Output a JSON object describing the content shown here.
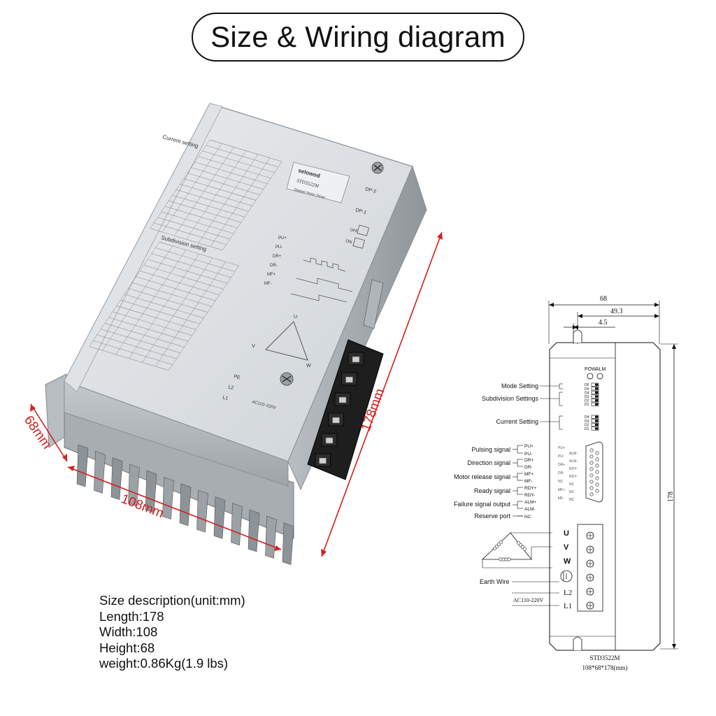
{
  "title": "Size & Wiring diagram",
  "product": {
    "brand": "selowod",
    "model": "STD3522M",
    "model_sub": "Stepper Motor Driver",
    "current_setting_heading": "Current setting",
    "subdivision_setting_heading": "Subdivision setting",
    "dp2_label": "DP-2",
    "dp1_label": "DP-1",
    "off_label": "OFF",
    "on_label": "ON",
    "pe_label": "PE",
    "l2_label": "L2",
    "l1_label": "L1",
    "ac_label": "AC110~220V",
    "u_label": "U",
    "v_label": "V",
    "w_label": "W",
    "signal_labels": [
      "PU+",
      "PU-",
      "DR+",
      "DR-",
      "MF+",
      "MF-"
    ],
    "dims": {
      "height": "68mm",
      "width": "108mm",
      "length": "178mm"
    }
  },
  "schematic": {
    "dim_top_68": "68",
    "dim_49_3": "49.3",
    "dim_4_5": "4.5",
    "dim_178": "178",
    "pow_label": "POW",
    "alm_label": "ALM",
    "labels": {
      "mode_setting": "Mode Setting",
      "subdivision_settings": "Subdivision Settings",
      "current_setting": "Current Setting",
      "pulsing_signal": "Pulsing signal",
      "direction_signal": "Direction signal",
      "motor_release_signal": "Motor release signal",
      "ready_signal": "Ready signal",
      "failure_signal_output": "Failure signal output",
      "reserve_port": "Reserve port",
      "earth_wire": "Earth Wire",
      "ac_input": "AC110-220V"
    },
    "pins": [
      "PU+",
      "PU-",
      "DR+",
      "DR-",
      "MF+",
      "MF-",
      "RDY+",
      "RDY-",
      "ALM+",
      "ALM-",
      "NC"
    ],
    "connector_left": [
      "PU+",
      "PU-",
      "DR+",
      "DR-",
      "NC",
      "MF+",
      "MF-"
    ],
    "connector_right": [
      "ALM-",
      "ALM-",
      "RDY-",
      "RDY-",
      "NC",
      "NC",
      "NC"
    ],
    "dip_upper": [
      "D6",
      "D5",
      "D4",
      "D3",
      "D2",
      "D1"
    ],
    "dip_lower": [
      "D4",
      "D3",
      "D2",
      "D1"
    ],
    "terminals": [
      "U",
      "V",
      "W",
      "L2",
      "L1"
    ],
    "model": "STD3522M",
    "size_caption": "108*68*178(mm)"
  },
  "size_description": {
    "heading": "Size description(unit:mm)",
    "length": "Length:178",
    "width": "Width:108",
    "height": "Height:68",
    "weight": "weight:0.86Kg(1.9 lbs)"
  },
  "colors": {
    "dimension_arrow": "#d42020",
    "body_metal": "#d9dde0",
    "terminal_black": "#1a1a1a",
    "line_dark": "#111111"
  }
}
